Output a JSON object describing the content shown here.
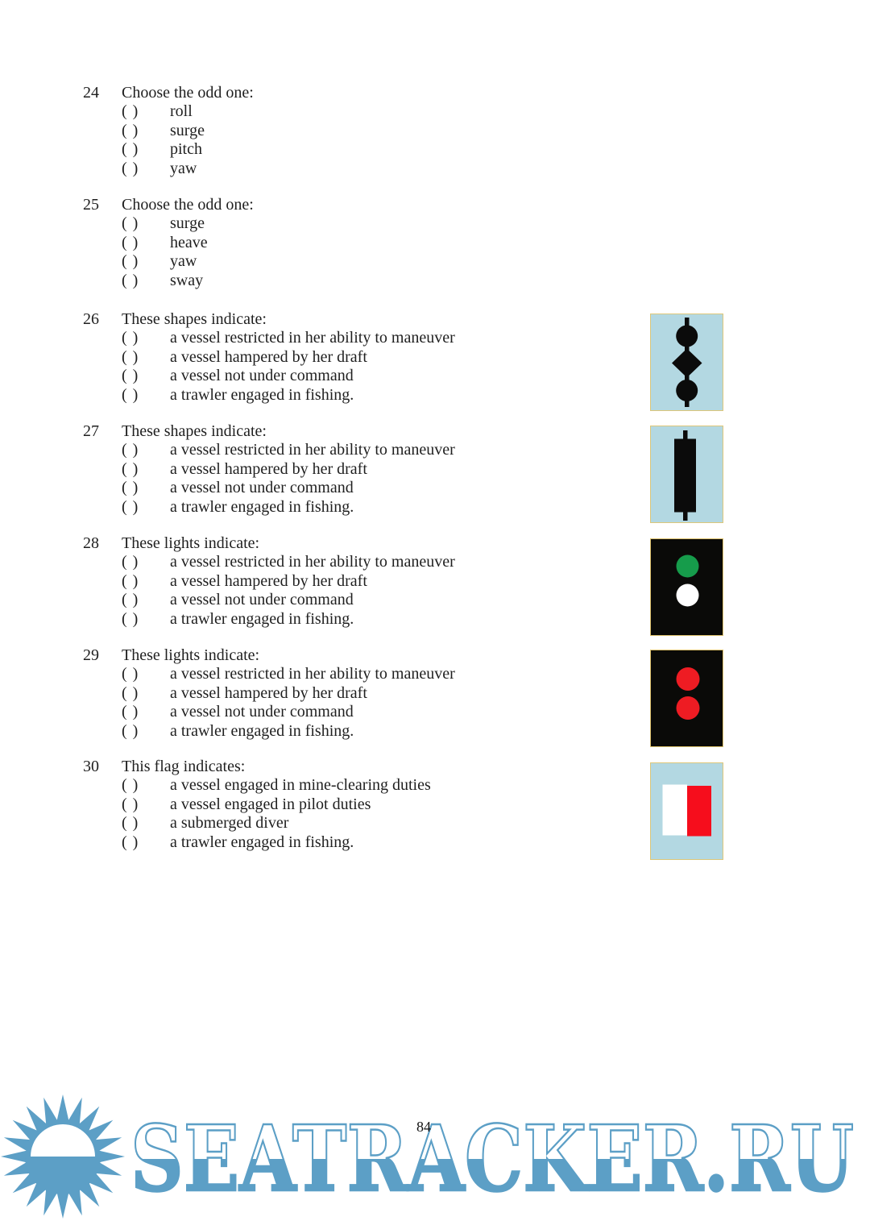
{
  "page": {
    "number": "84"
  },
  "ui": {
    "option_marker": "( )"
  },
  "questions": [
    {
      "number": "24",
      "title": "Choose the odd one:",
      "options": [
        "roll",
        "surge",
        "pitch",
        "yaw"
      ]
    },
    {
      "number": "25",
      "title": "Choose the odd one:",
      "options": [
        "surge",
        "heave",
        "yaw",
        "sway"
      ]
    },
    {
      "number": "26",
      "title": "These shapes indicate:",
      "options": [
        "a vessel restricted in her ability to maneuver",
        "a vessel hampered by her draft",
        "a vessel not under command",
        "a trawler engaged in fishing."
      ],
      "figure": "day-shapes-ball-diamond-ball"
    },
    {
      "number": "27",
      "title": "These shapes indicate:",
      "options": [
        "a vessel restricted in her ability to maneuver",
        "a vessel hampered by her draft",
        "a vessel not under command",
        "a trawler engaged in fishing."
      ],
      "figure": "day-shape-cylinder"
    },
    {
      "number": "28",
      "title": "These lights indicate:",
      "options": [
        "a vessel restricted in her ability to maneuver",
        "a vessel hampered by her draft",
        "a vessel not under command",
        "a trawler engaged in fishing."
      ],
      "figure": "lights-green-over-white"
    },
    {
      "number": "29",
      "title": "These lights indicate:",
      "options": [
        "a vessel restricted in her ability to maneuver",
        "a vessel hampered by her draft",
        "a vessel not under command",
        "a trawler engaged in fishing."
      ],
      "figure": "lights-red-over-red"
    },
    {
      "number": "30",
      "title": "This flag indicates:",
      "options": [
        "a vessel engaged in mine-clearing duties",
        "a vessel engaged in pilot duties",
        "a submerged diver",
        "a trawler engaged in fishing."
      ],
      "figure": "flag-hotel-white-red"
    }
  ],
  "figures": [
    {
      "question": "26",
      "name": "day-shapes-ball-diamond-ball",
      "shapes": [
        "ball",
        "diamond",
        "ball"
      ],
      "background": "#B3D8E2"
    },
    {
      "question": "27",
      "name": "day-shape-cylinder",
      "shapes": [
        "cylinder"
      ],
      "background": "#B3D8E2"
    },
    {
      "question": "28",
      "name": "lights-green-over-white",
      "lights": [
        "green",
        "white"
      ],
      "background": "#0A0A08"
    },
    {
      "question": "29",
      "name": "lights-red-over-red",
      "lights": [
        "red",
        "red"
      ],
      "background": "#0A0A08"
    },
    {
      "question": "30",
      "name": "flag-hotel-white-red",
      "halves": [
        "white",
        "red"
      ],
      "background": "#B3D8E2"
    }
  ],
  "watermark": {
    "text": "SEATRACKER.RU"
  },
  "colors": {
    "logo_blue": "#5C9FC6",
    "figure_background_blue": "#B3D8E2",
    "figure_border_gold": "#DDC77A",
    "figure_black": "#0A0A08",
    "shape_black": "#0B0B0B",
    "light_green": "#169C4B",
    "light_white": "#FFFFFF",
    "light_red": "#EE1C23",
    "flag_red": "#F60D1C",
    "text_color": "#1F1F1F"
  }
}
